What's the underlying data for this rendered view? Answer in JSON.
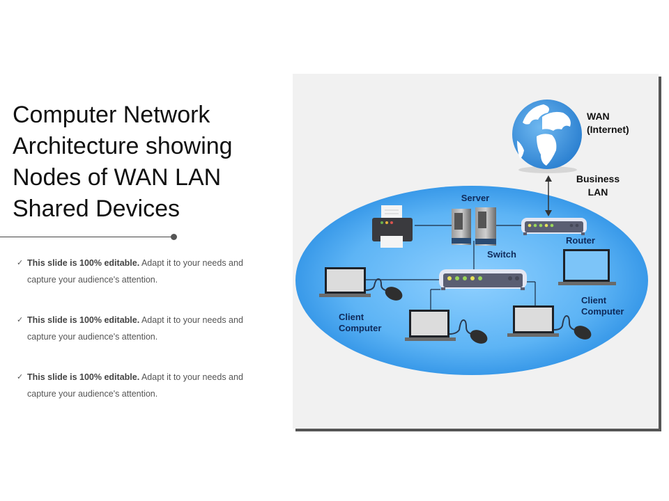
{
  "slide": {
    "title_lines": [
      "Computer Network",
      "Architecture showing",
      "Nodes of WAN LAN",
      "Shared Devices"
    ],
    "bullets": [
      {
        "icon": "checkmark-icon",
        "bold": "This slide is 100%  editable.",
        "text": " Adapt it to your needs and capture your audience's  attention."
      },
      {
        "icon": "checkmark-icon",
        "bold": "This slide is 100%  editable.",
        "text": " Adapt it to your needs and capture your audience's  attention."
      },
      {
        "icon": "checkmark-icon",
        "bold": "This slide is 100%  editable.",
        "text": " Adapt it to your needs and capture your audience's  attention."
      }
    ]
  },
  "diagram": {
    "labels": {
      "wan_line1": "WAN",
      "wan_line2": "(Internet)",
      "business_line1": "Business",
      "business_line2": "LAN",
      "server": "Server",
      "switch": "Switch",
      "router": "Router",
      "client_left_line1": "Client",
      "client_left_line2": "Computer",
      "client_right_line1": "Client",
      "client_right_line2": "Computer"
    },
    "nodes": [
      "globe",
      "router",
      "server",
      "printer",
      "switch",
      "laptop-left",
      "laptop-bottom-center",
      "laptop-bottom-right",
      "laptop-right"
    ],
    "colors": {
      "lan_ellipse": "#3a9be8",
      "panel_bg": "#f1f1f1",
      "label_text": "#0f2a5a",
      "led_yellow": "#e8e05a",
      "led_green": "#9ad65a"
    }
  }
}
